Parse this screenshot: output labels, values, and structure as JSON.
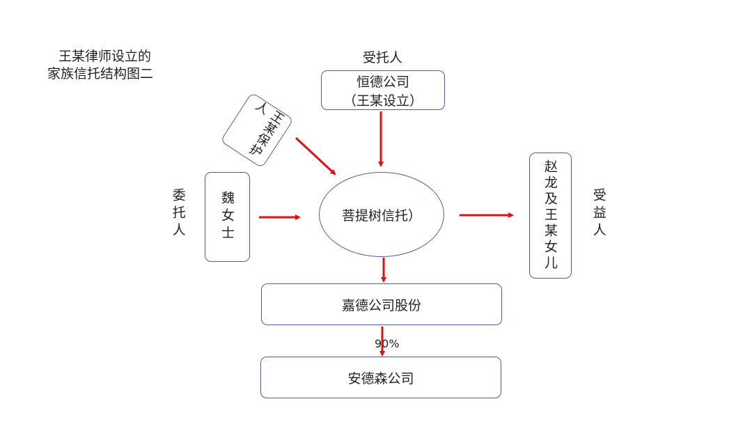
{
  "title": {
    "line1": "王某律师设立的",
    "line2": "家族信托结构图二"
  },
  "trustee": {
    "role": "受托人",
    "name": "恒德公司",
    "note": "（王某设立）"
  },
  "protector": {
    "name": "王某保护人"
  },
  "settlor": {
    "role": "委托人",
    "name": "魏女士"
  },
  "trust": {
    "name": "菩提树信托）"
  },
  "beneficiary": {
    "role": "受益人",
    "name": "赵龙及王某女儿"
  },
  "holding": {
    "name": "嘉德公司股份"
  },
  "ownership": {
    "percent": "90%"
  },
  "subsidiary": {
    "name": "安德森公司"
  },
  "colors": {
    "arrow": "#e01010",
    "border": "#4a5f90"
  }
}
